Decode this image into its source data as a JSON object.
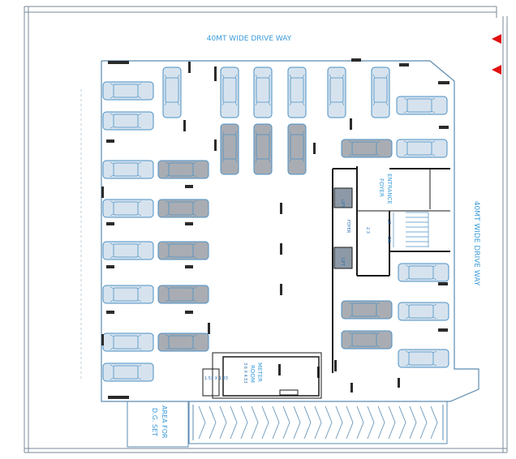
{
  "labels": {
    "drive_top": "40MT WIDE DRIVE WAY",
    "drive_right": "40MT WIDE DRIVE WAY",
    "entrance_foyer_1": "ENTRANCE",
    "entrance_foyer_2": "FOYER",
    "meter_room_1": "METER",
    "meter_room_2": "ROOM",
    "meter_room_dim": "3.6 X 4.53",
    "dg_area_1": "AREA FOR",
    "dg_area_2": "D.G. SET",
    "up": "UP",
    "dn": "DN",
    "lift_1": "LIFT",
    "lift_2": "LIFT",
    "foyer_small": "FOYER",
    "foyer_small_dim": "2.3",
    "toilet_dim": "1.53 X 1.83"
  },
  "colors": {
    "line": "#3a9ad9",
    "wall": "#1a1a1a",
    "column": "#2b2b2b",
    "car_light": "#d6e3ee",
    "car_dark": "#a9adb3",
    "marker": "#e01010"
  }
}
